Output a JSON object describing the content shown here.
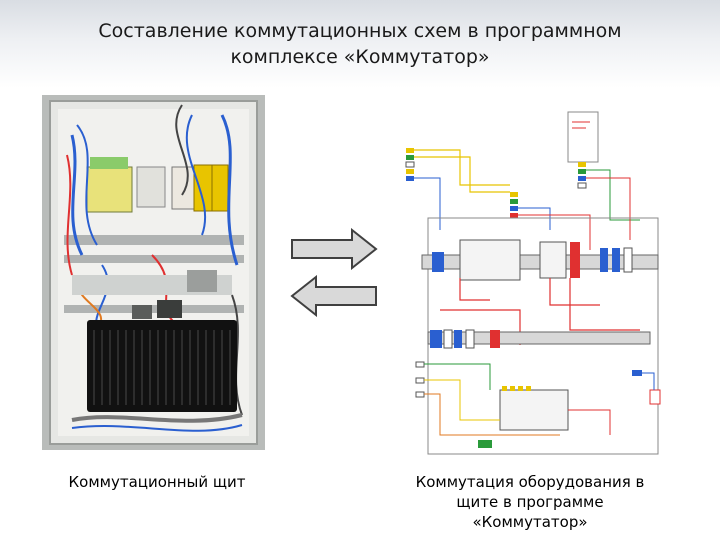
{
  "slide": {
    "title_line1": "Составление коммутационных схем в программном",
    "title_line2": "комплексе «Коммутатор»"
  },
  "captions": {
    "left": "Коммутационный щит",
    "right_line1": "Коммутация оборудования в",
    "right_line2": "щите в программе",
    "right_line3": "«Коммутатор»"
  },
  "arrows": {
    "top": "arrow-right-icon",
    "bottom": "arrow-left-icon"
  },
  "colors": {
    "arrow_fill": "#d9d9d9",
    "arrow_stroke": "#404040",
    "wire_red": "#e03030",
    "wire_blue": "#2a5fd0",
    "wire_yellow": "#e8c400",
    "wire_green": "#2a9a3a",
    "device_black": "#111111"
  }
}
